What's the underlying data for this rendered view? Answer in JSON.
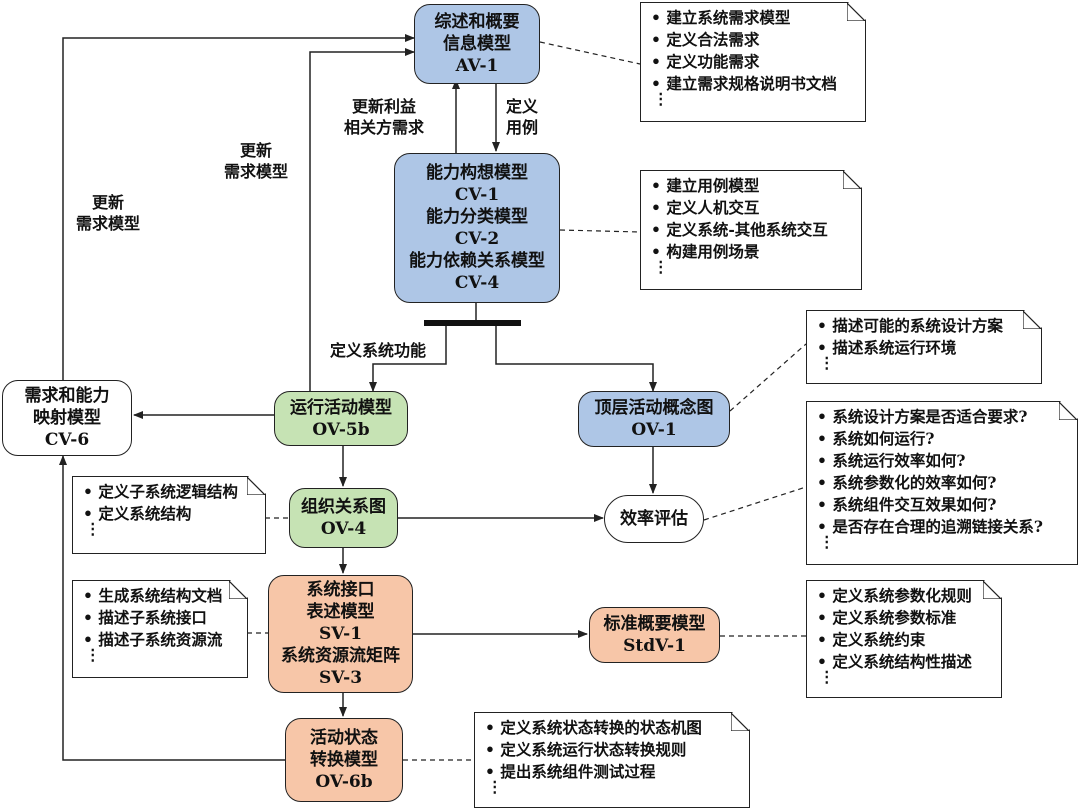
{
  "nodes": {
    "av1": [
      "综述和概要",
      "信息模型",
      "AV-1"
    ],
    "cv": [
      "能力构想模型",
      "CV-1",
      "能力分类模型",
      "CV-2",
      "能力依赖关系模型",
      "CV-4"
    ],
    "ov5b": [
      "运行活动模型",
      "OV-5b"
    ],
    "ov1": [
      "顶层活动概念图",
      "OV-1"
    ],
    "cv6": [
      "需求和能力",
      "映射模型",
      "CV-6"
    ],
    "ov4": [
      "组织关系图",
      "OV-4"
    ],
    "eval": [
      "效率评估"
    ],
    "sv": [
      "系统接口",
      "表述模型",
      "SV-1",
      "系统资源流矩阵",
      "SV-3"
    ],
    "stdv1": [
      "标准概要模型",
      "StdV-1"
    ],
    "ov6b": [
      "活动状态",
      "转换模型",
      "OV-6b"
    ]
  },
  "notes": {
    "n_av1": [
      "建立系统需求模型",
      "定义合法需求",
      "定义功能需求",
      "建立需求规格说明书文档"
    ],
    "n_cv": [
      "建立用例模型",
      "定义人机交互",
      "定义系统-其他系统交互",
      "构建用例场景"
    ],
    "n_ov1": [
      "描述可能的系统设计方案",
      "描述系统运行环境"
    ],
    "n_eval": [
      "系统设计方案是否适合要求?",
      "系统如何运行?",
      "系统运行效率如何?",
      "系统参数化的效率如何?",
      "系统组件交互效果如何?",
      "是否存在合理的追溯链接关系?"
    ],
    "n_ov4": [
      "定义子系统逻辑结构",
      "定义系统结构"
    ],
    "n_sv": [
      "生成系统结构文档",
      "描述子系统接口",
      "描述子系统资源流"
    ],
    "n_stdv1": [
      "定义系统参数化规则",
      "定义系统参数标准",
      "定义系统约束",
      "定义系统结构性描述"
    ],
    "n_ov6b": [
      "定义系统状态转换的状态机图",
      "定义系统运行状态转换规则",
      "提出系统组件测试过程"
    ],
    "more": "⋮"
  },
  "labels": {
    "update_stakeholder": [
      "更新利益",
      "相关方需求"
    ],
    "define_usecase": [
      "定义",
      "用例"
    ],
    "update_req1": [
      "更新",
      "需求模型"
    ],
    "update_req2": [
      "更新",
      "需求模型"
    ],
    "define_func": "定义系统功能"
  },
  "colors": {
    "blue": "#aec6e6",
    "green": "#c6e3b4",
    "orange": "#f7c6a8"
  }
}
